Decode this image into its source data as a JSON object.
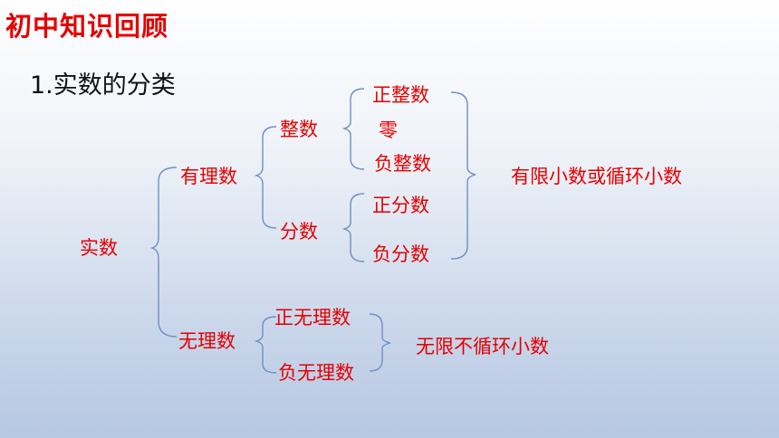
{
  "slide": {
    "title": "初中知识回顾",
    "subtitle": "1.实数的分类"
  },
  "tree": {
    "root": "实数",
    "rational": "有理数",
    "irrational": "无理数",
    "integer": "整数",
    "fraction": "分数",
    "positive_integer": "正整数",
    "zero": "零",
    "negative_integer": "负整数",
    "positive_fraction": "正分数",
    "negative_fraction": "负分数",
    "positive_irrational": "正无理数",
    "negative_irrational": "负无理数",
    "rational_note": "有限小数或循环小数",
    "irrational_note": "无限不循环小数"
  },
  "colors": {
    "title": "#e60000",
    "text": "#e60000",
    "bracket": "#6f8fc4"
  }
}
